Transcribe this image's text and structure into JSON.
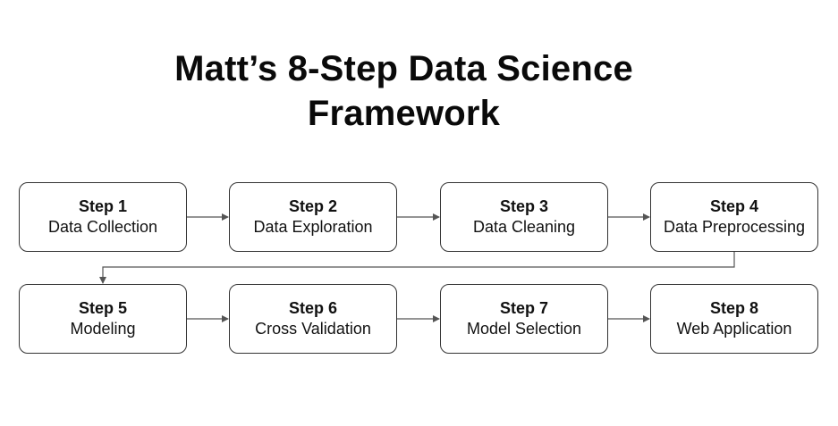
{
  "title": {
    "line1": "Matt’s 8-Step Data Science",
    "line2": "Framework"
  },
  "steps": [
    {
      "number": "Step 1",
      "label": "Data Collection"
    },
    {
      "number": "Step 2",
      "label": "Data Exploration"
    },
    {
      "number": "Step 3",
      "label": "Data Cleaning"
    },
    {
      "number": "Step 4",
      "label": "Data Preprocessing"
    },
    {
      "number": "Step 5",
      "label": "Modeling"
    },
    {
      "number": "Step 6",
      "label": "Cross Validation"
    },
    {
      "number": "Step 7",
      "label": "Model Selection"
    },
    {
      "number": "Step 8",
      "label": "Web Application"
    }
  ],
  "colors": {
    "text": "#111111",
    "border": "#333333",
    "arrow": "#555555",
    "background": "#ffffff"
  }
}
